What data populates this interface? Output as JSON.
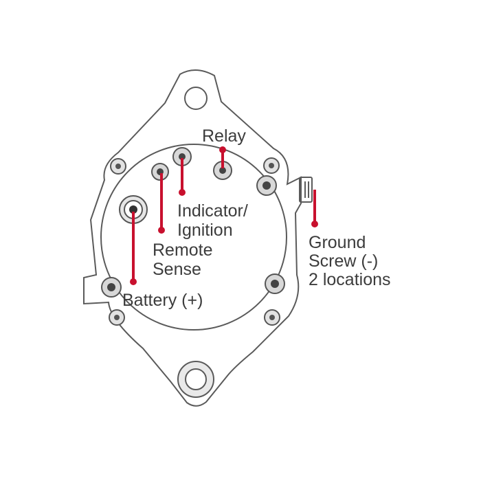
{
  "colors": {
    "background": "#ffffff",
    "outline": "#5a5a5a",
    "callout": "#c8102e",
    "label_text": "#3c3c3c"
  },
  "labels": {
    "relay": "Relay",
    "indicator_line1": "Indicator/",
    "indicator_line2": "Ignition",
    "remote_line1": "Remote",
    "remote_line2": "Sense",
    "ground_line1": "Ground",
    "ground_line2": "Screw (-)",
    "ground_line3": "2 locations",
    "battery": "Battery (+)"
  }
}
